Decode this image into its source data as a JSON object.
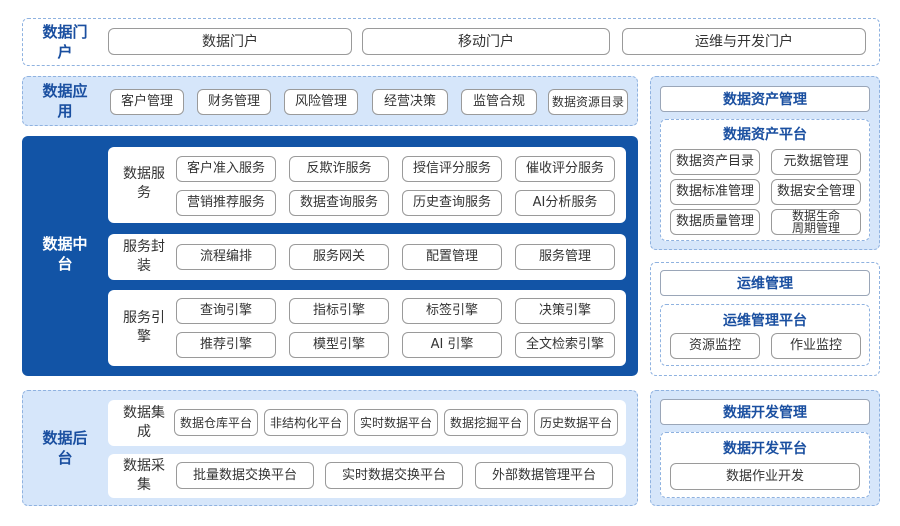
{
  "portal": {
    "title": "数据门户",
    "items": [
      "数据门户",
      "移动门户",
      "运维与开发门户"
    ]
  },
  "apps": {
    "title": "数据应用",
    "items": [
      "客户管理",
      "财务管理",
      "风险管理",
      "经营决策",
      "监管合规",
      "数据资源目录"
    ]
  },
  "middle": {
    "title": "数据中台",
    "service": {
      "label": "数据服务",
      "items": [
        "客户准入服务",
        "反欺诈服务",
        "授信评分服务",
        "催收评分服务",
        "营销推荐服务",
        "数据查询服务",
        "历史查询服务",
        "AI分析服务"
      ]
    },
    "package": {
      "label": "服务封装",
      "items": [
        "流程编排",
        "服务网关",
        "配置管理",
        "服务管理"
      ]
    },
    "engine": {
      "label": "服务引擎",
      "items": [
        "查询引擎",
        "指标引擎",
        "标签引擎",
        "决策引擎",
        "推荐引擎",
        "模型引擎",
        "AI 引擎",
        "全文检索引擎"
      ]
    }
  },
  "backend": {
    "title": "数据后台",
    "integration": {
      "label": "数据集成",
      "items": [
        "数据仓库平台",
        "非结构化平台",
        "实时数据平台",
        "数据挖掘平台",
        "历史数据平台"
      ]
    },
    "collection": {
      "label": "数据采集",
      "items": [
        "批量数据交换平台",
        "实时数据交换平台",
        "外部数据管理平台"
      ]
    }
  },
  "asset": {
    "header": "数据资产管理",
    "platform": "数据资产平台",
    "items": [
      "数据资产目录",
      "元数据管理",
      "数据标准管理",
      "数据安全管理",
      "数据质量管理",
      "数据生命周期管理"
    ]
  },
  "ops": {
    "header": "运维管理",
    "platform": "运维管理平台",
    "items": [
      "资源监控",
      "作业监控"
    ]
  },
  "dev": {
    "header": "数据开发管理",
    "platform": "数据开发平台",
    "items": [
      "数据作业开发"
    ]
  }
}
